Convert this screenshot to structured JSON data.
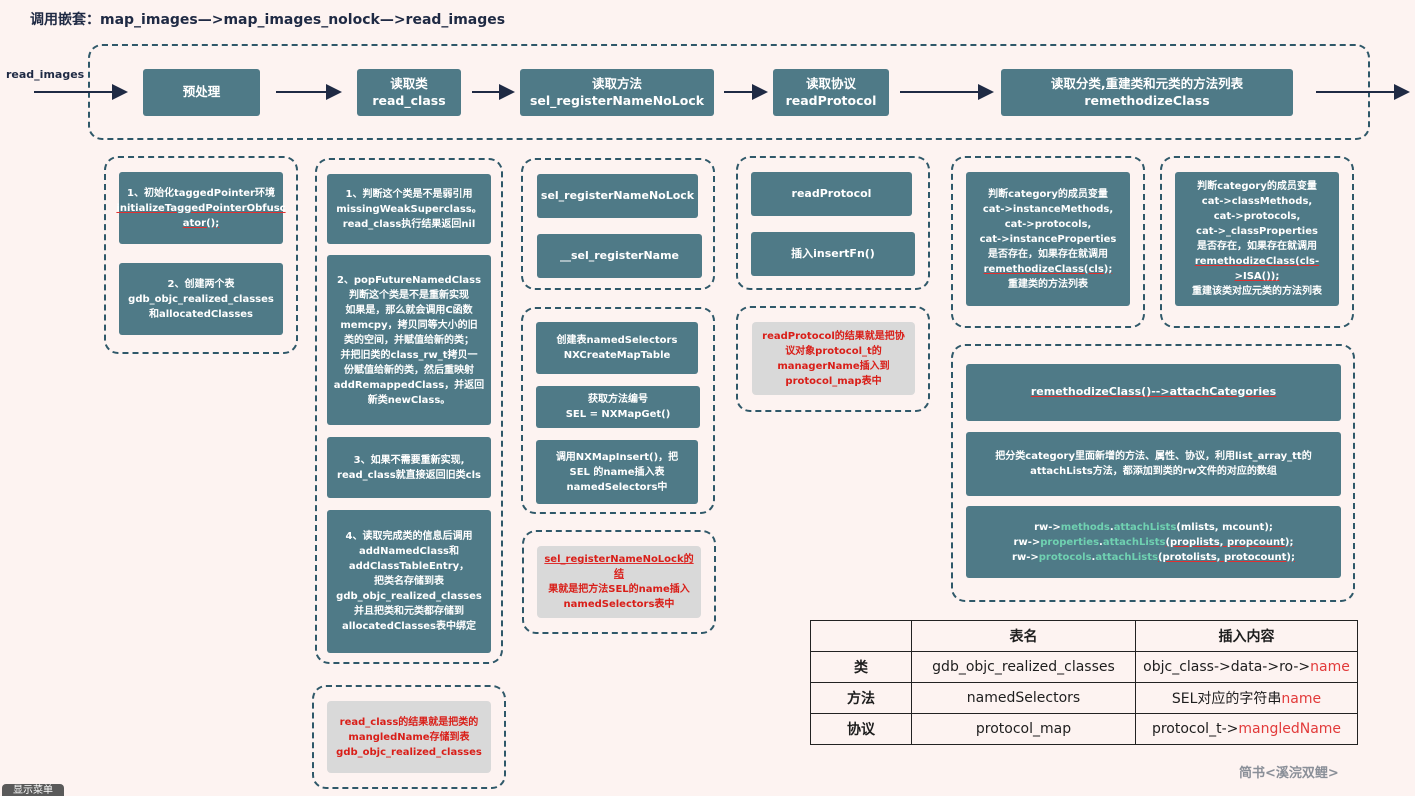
{
  "title": "调用嵌套：map_images—>map_images_nolock—>read_images",
  "entry_label": "read_images",
  "stages": {
    "preprocess": "预处理",
    "read_class": [
      "读取类",
      "read_class"
    ],
    "read_method": [
      "读取方法",
      "sel_registerNameNoLock"
    ],
    "read_protocol": [
      "读取协议",
      "readProtocol"
    ],
    "read_category": [
      "读取分类,重建类和元类的方法列表",
      "remethodizeClass"
    ]
  },
  "preprocess": {
    "step1": [
      "1、初始化taggedPointer环境",
      "initializeTaggedPointerObfusc",
      "ator();"
    ],
    "step2": [
      "2、创建两个表",
      "gdb_objc_realized_classes",
      "和allocatedClasses"
    ]
  },
  "read_class": {
    "step1": [
      "1、判断这个类是不是弱引用",
      "missingWeakSuperclass。",
      "read_class执行结果返回nil"
    ],
    "step2": [
      "2、popFutureNamedClass",
      "判断这个类是不是重新实现",
      "如果是，那么就会调用C函数",
      "memcpy，拷贝同等大小的旧",
      "类的空间，并赋值给新的类；",
      "并把旧类的class_rw_t拷贝一",
      "份赋值给新的类，然后重映射",
      "addRemappedClass，并返回",
      "新类newClass。"
    ],
    "step3": [
      "3、如果不需要重新实现,",
      "read_class就直接返回旧类cls"
    ],
    "step4": [
      "4、读取完成类的信息后调用",
      "addNamedClass和",
      "addClassTableEntry，",
      "把类名存储到表",
      "gdb_objc_realized_classes",
      "并且把类和元类都存储到",
      "allocatedClasses表中绑定"
    ],
    "note": [
      "read_class的结果就是把类的",
      "mangledName存储到表",
      "gdb_objc_realized_classes"
    ]
  },
  "read_method": {
    "call1": "sel_registerNameNoLock",
    "call2": "__sel_registerName",
    "step1": [
      "创建表namedSelectors",
      "NXCreateMapTable"
    ],
    "step2": [
      "获取方法编号",
      "SEL = NXMapGet()"
    ],
    "step3": [
      "调用NXMapInsert()，把",
      "SEL 的name插入表",
      "namedSelectors中"
    ],
    "note": [
      "sel_registerNameNoLock的结",
      "果就是把方法SEL的name插入",
      "namedSelectors表中"
    ]
  },
  "read_protocol": {
    "call1": "readProtocol",
    "call2": "插入insertFn()",
    "note": [
      "readProtocol的结果就是把协",
      "议对象protocol_t的",
      "managerName插入到",
      "protocol_map表中"
    ]
  },
  "read_category": {
    "instance": [
      "判断category的成员变量",
      "cat->instanceMethods,",
      "cat->protocols,",
      "cat->instanceProperties",
      "是否存在，如果存在就调用",
      "remethodizeClass(cls);",
      "重建类的方法列表"
    ],
    "meta": [
      "判断category的成员变量",
      "cat->classMethods,",
      "cat->protocols,",
      "cat->_classProperties",
      "是否存在，如果存在就调用",
      "remethodizeClass(cls->ISA());",
      "重建该类对应元类的方法列表"
    ],
    "attach": "remethodizeClass()-->attachCategories",
    "desc": [
      "把分类category里面新增的方法、属性、协议，利用list_array_tt的",
      "attachLists方法，都添加到类的rw文件的对应的数组"
    ],
    "code": [
      {
        "pre": "rw->",
        "field": "methods",
        "dot": ".",
        "fn": "attachLists",
        "args": "(mlists, mcount);"
      },
      {
        "pre": "rw->",
        "field": "properties",
        "dot": ".",
        "fn": "attachLists",
        "args": "(proplists, propcount);"
      },
      {
        "pre": "rw->",
        "field": "protocols",
        "dot": ".",
        "fn": "attachLists",
        "args": "(protolists, protocount);"
      }
    ]
  },
  "table": {
    "headers": [
      "",
      "表名",
      "插入内容"
    ],
    "rows": [
      {
        "kind": "类",
        "name": "gdb_objc_realized_classes",
        "content_pre": "objc_class->data->ro->",
        "content_hl": "name"
      },
      {
        "kind": "方法",
        "name": "namedSelectors",
        "content_pre": "SEL对应的字符串",
        "content_hl": "name"
      },
      {
        "kind": "协议",
        "name": "protocol_map",
        "content_pre": "protocol_t->",
        "content_hl": "mangledName"
      }
    ]
  },
  "footer": "简书<溪浣双鲤>",
  "menu_button": "显示菜单",
  "colors": {
    "box": "#4f7a87",
    "dashed_border": "#2f5869",
    "note_text": "#d91e18",
    "code_field": "#6fd1b1",
    "background": "#fdf3f1"
  }
}
